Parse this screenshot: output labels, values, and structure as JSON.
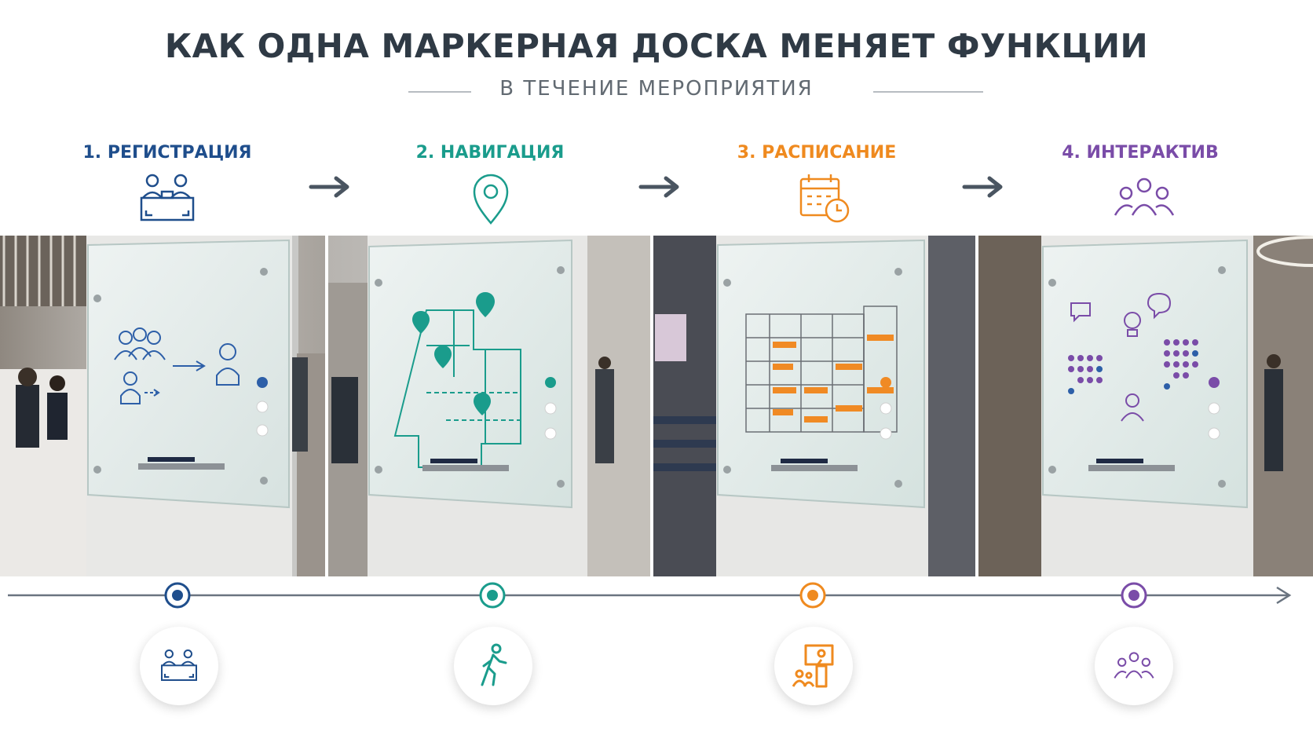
{
  "header": {
    "title": "КАК ОДНА МАРКЕРНАЯ ДОСКА МЕНЯЕТ ФУНКЦИИ",
    "subtitle": "В ТЕЧЕНИЕ МЕРОПРИЯТИЯ"
  },
  "colors": {
    "title": "#2f3a45",
    "subtitle": "#626a72",
    "registration": "#1f4e8c",
    "navigation": "#1a9c8c",
    "schedule": "#ef8a1f",
    "interactive": "#7a4ca8",
    "timeline": "#6a7480"
  },
  "steps": [
    {
      "label": "1. РЕГИСТРАЦИЯ",
      "icon": "registration-desk-icon",
      "badge_icon": "registration-desk-icon",
      "color": "#1f4e8c"
    },
    {
      "label": "2. НАВИГАЦИЯ",
      "icon": "map-pin-icon",
      "badge_icon": "walking-person-icon",
      "color": "#1a9c8c"
    },
    {
      "label": "3. РАСПИСАНИЕ",
      "icon": "calendar-clock-icon",
      "badge_icon": "presenter-icon",
      "color": "#ef8a1f"
    },
    {
      "label": "4. ИНТЕРАКТИВ",
      "icon": "group-icon",
      "badge_icon": "group-icon",
      "color": "#7a4ca8"
    }
  ]
}
